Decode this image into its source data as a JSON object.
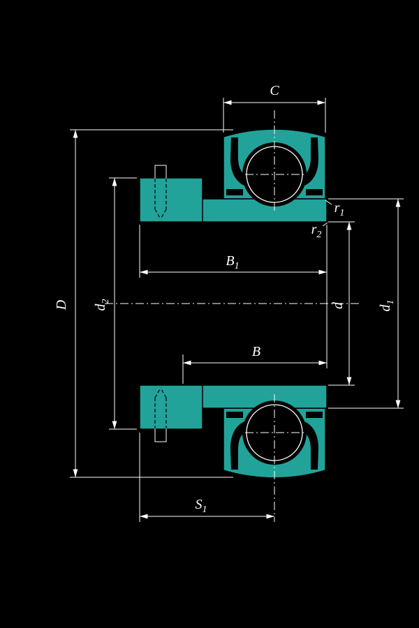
{
  "diagram": {
    "labels": {
      "C": {
        "main": "C",
        "sub": ""
      },
      "D": {
        "main": "D",
        "sub": ""
      },
      "d2": {
        "main": "d",
        "sub": "2"
      },
      "B1": {
        "main": "B",
        "sub": "1"
      },
      "B": {
        "main": "B",
        "sub": ""
      },
      "r1": {
        "main": "r",
        "sub": "1"
      },
      "r2": {
        "main": "r",
        "sub": "2"
      },
      "d": {
        "main": "d",
        "sub": ""
      },
      "d1": {
        "main": "d",
        "sub": "1"
      },
      "S1": {
        "main": "S",
        "sub": "1"
      }
    },
    "colors": {
      "part_fill": "#21A39A",
      "line": "#FFFFFF",
      "background": "#000000"
    }
  }
}
